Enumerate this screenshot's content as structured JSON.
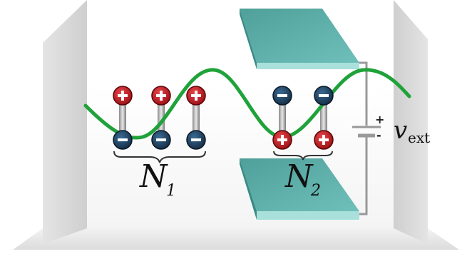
{
  "labels": {
    "group1_main": "N",
    "group1_sub": "1",
    "group2_main": "N",
    "group2_sub": "2",
    "voltage_main": "v",
    "voltage_sub": "ext",
    "battery_plus": "+",
    "battery_minus": "-"
  },
  "charges": {
    "positive_symbol": "+",
    "negative_symbol": "−"
  },
  "colors": {
    "positive_charge": "#c8171d",
    "negative_charge": "#1f3f5f",
    "wave": "#1fa23a",
    "plate": "#5fb5b0",
    "wire": "#999999"
  }
}
